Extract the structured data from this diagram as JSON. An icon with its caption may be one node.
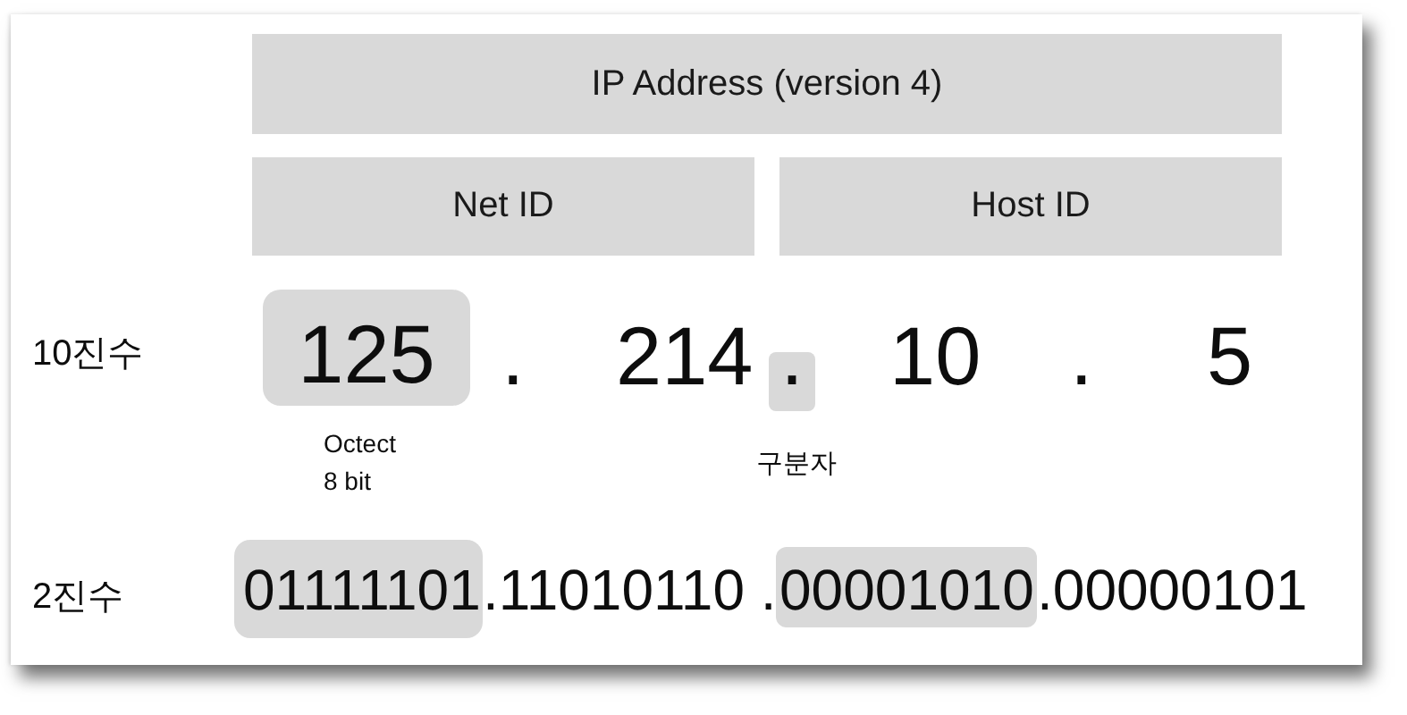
{
  "diagram": {
    "nodes": [
      {
        "text": [
          "IP Address (version 4)"
        ]
      },
      {
        "text": [
          "Net ID"
        ]
      },
      {
        "text": [
          "Host ID"
        ]
      },
      {
        "text": [
          "125"
        ],
        "beside": [
          "Octect 8 bit"
        ]
      },
      {
        "text": [
          "."
        ],
        "beside": [
          "구분자"
        ]
      },
      {
        "text": [
          "01111101"
        ]
      },
      {
        "text": [
          "00001010"
        ]
      }
    ],
    "labels": [
      "10진수",
      ".",
      "214",
      "10",
      ".",
      "5",
      "2진수",
      ".11010110 .",
      ".00000101"
    ]
  }
}
